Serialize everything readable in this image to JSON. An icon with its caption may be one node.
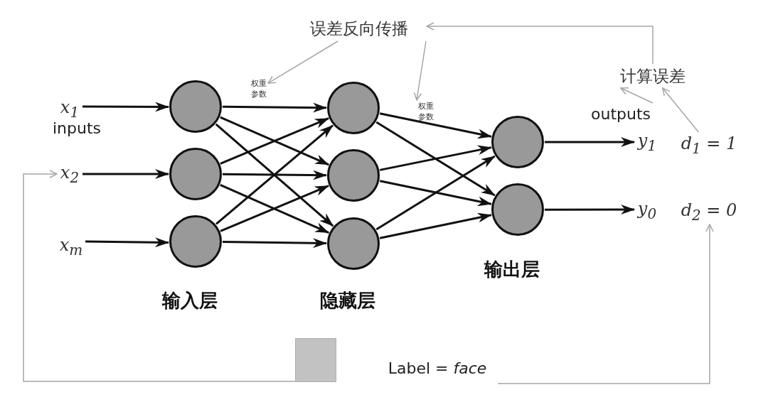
{
  "diagram": {
    "nodes": [
      {
        "text": [
          "误差反向传播"
        ]
      },
      {
        "text": [
          "权重参数"
        ]
      },
      {
        "text": [
          "权重参数"
        ]
      },
      {
        "text": [
          "计算误差"
        ]
      },
      {
        "text": [
          "outputs"
        ]
      },
      {
        "text": [
          "x$_{1}$"
        ]
      },
      {
        "text": [],
        "shape": "circle"
      },
      {
        "text": [],
        "shape": "circle"
      },
      {
        "text": [],
        "shape": "circle"
      },
      {
        "text": [
          "y$_{1}$"
        ]
      },
      {
        "text": [
          "d$_{1}$ = 1"
        ]
      },
      {
        "text": [
          "x$_{2}$"
        ]
      },
      {
        "text": [],
        "shape": "circle"
      },
      {
        "text": [],
        "shape": "circle"
      },
      {
        "text": [],
        "shape": "circle"
      },
      {
        "text": [
          "y$_{0}$"
        ]
      },
      {
        "text": [
          "d$_{2}$ = 0"
        ]
      },
      {
        "text": [
          "x$_{m}$"
        ]
      },
      {
        "text": [],
        "shape": "circle"
      },
      {
        "text": [],
        "shape": "circle"
      },
      {
        "text": [],
        "shape": "box"
      },
      {
        "text": [
          "Label = *face*"
        ]
      }
    ],
    "edges": [
      {
        "from": 3,
        "to": 0,
        "arrow": "to",
        "color": "#a6a6a6"
      },
      {
        "from": 0,
        "to": 1,
        "arrow": "to",
        "color": "#a6a6a6"
      },
      {
        "from": 0,
        "to": 2,
        "arrow": "to",
        "color": "#a6a6a6"
      },
      {
        "from": 4,
        "to": 3,
        "arrow": "to",
        "color": "#a6a6a6"
      },
      {
        "from": 10,
        "to": 3,
        "arrow": "to",
        "color": "#a6a6a6"
      },
      {
        "from": 5,
        "to": 6,
        "arrow": "to"
      },
      {
        "from": 11,
        "to": 12,
        "arrow": "to"
      },
      {
        "from": 17,
        "to": 18,
        "arrow": "to"
      },
      {
        "from": 6,
        "to": 7,
        "arrow": "to"
      },
      {
        "from": 6,
        "to": 13,
        "arrow": "to"
      },
      {
        "from": 6,
        "to": 19,
        "arrow": "to"
      },
      {
        "from": 12,
        "to": 7,
        "arrow": "to"
      },
      {
        "from": 12,
        "to": 13,
        "arrow": "to"
      },
      {
        "from": 12,
        "to": 19,
        "arrow": "to"
      },
      {
        "from": 18,
        "to": 7,
        "arrow": "to"
      },
      {
        "from": 18,
        "to": 13,
        "arrow": "to"
      },
      {
        "from": 18,
        "to": 19,
        "arrow": "to"
      },
      {
        "from": 7,
        "to": 8,
        "arrow": "to"
      },
      {
        "from": 7,
        "to": 14,
        "arrow": "to"
      },
      {
        "from": 13,
        "to": 8,
        "arrow": "to"
      },
      {
        "from": 13,
        "to": 14,
        "arrow": "to"
      },
      {
        "from": 19,
        "to": 8,
        "arrow": "to"
      },
      {
        "from": 19,
        "to": 14,
        "arrow": "to"
      },
      {
        "from": 8,
        "to": 9,
        "arrow": "to"
      },
      {
        "from": 14,
        "to": 15,
        "arrow": "to"
      },
      {
        "from": 20,
        "to": 11,
        "arrow": "to",
        "color": "#a6a6a6"
      },
      {
        "from": 21,
        "to": 16,
        "arrow": "to",
        "color": "#a6a6a6"
      }
    ],
    "labels": [
      "inputs",
      "输入层",
      "隐藏层",
      "输出层"
    ]
  }
}
